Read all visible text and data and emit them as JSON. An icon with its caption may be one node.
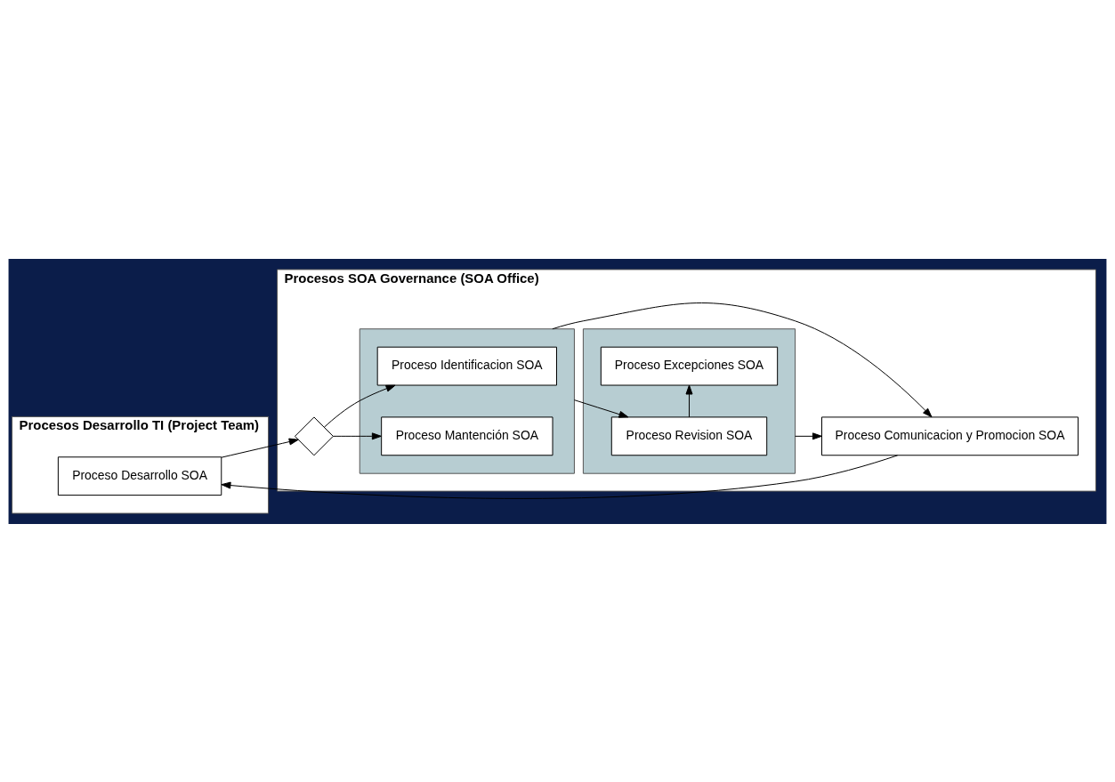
{
  "diagram": {
    "nodes": [
      {
        "text": [
          "Procesos Desarrollo TI (Project Team)"
        ]
      },
      {
        "text": [
          "Procesos SOA Governance (SOA Office)"
        ]
      },
      {
        "text": [
          "Proceso Desarrollo SOA"
        ],
        "in": 0
      },
      {
        "text": [],
        "shape": "diamond",
        "in": 1
      },
      {
        "text": [],
        "shape": "box",
        "in": 1
      },
      {
        "text": [
          "Proceso Identificacion SOA"
        ],
        "in": 4
      },
      {
        "text": [
          "Proceso Mantención SOA"
        ],
        "in": 4
      },
      {
        "text": [],
        "shape": "box",
        "in": 1
      },
      {
        "text": [
          "Proceso Revision SOA"
        ],
        "in": 7
      },
      {
        "text": [
          "Proceso Excepciones SOA"
        ],
        "in": 7
      },
      {
        "text": [
          "Proceso Comunicacion y Promocion SOA"
        ],
        "in": 1
      }
    ],
    "edges": [
      {
        "from": 2,
        "to": 3,
        "arrow": "to"
      },
      {
        "from": 3,
        "to": 5,
        "arrow": "to"
      },
      {
        "from": 3,
        "to": 6,
        "arrow": "to"
      },
      {
        "from": 4,
        "to": 8,
        "arrow": "to"
      },
      {
        "from": 8,
        "to": 9,
        "arrow": "to"
      },
      {
        "from": 4,
        "to": 10,
        "arrow": "to"
      },
      {
        "from": 7,
        "to": 10,
        "arrow": "to"
      },
      {
        "from": 10,
        "to": 2,
        "arrow": "to"
      }
    ]
  }
}
